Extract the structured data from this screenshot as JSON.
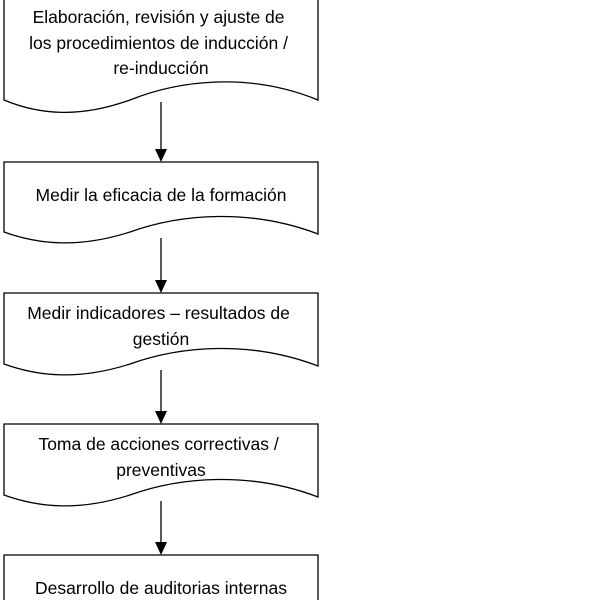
{
  "flowchart": {
    "steps": [
      {
        "lines": [
          "Elaboración, revisión y ajuste de",
          "los procedimientos de inducción /",
          "re-inducción"
        ]
      },
      {
        "lines": [
          "Medir la eficacia de la formación"
        ]
      },
      {
        "lines": [
          "Medir indicadores – resultados de",
          "gestión"
        ]
      },
      {
        "lines": [
          "Toma de acciones correctivas /",
          "preventivas"
        ]
      },
      {
        "lines": [
          "Desarrollo de auditorias internas"
        ]
      }
    ]
  }
}
